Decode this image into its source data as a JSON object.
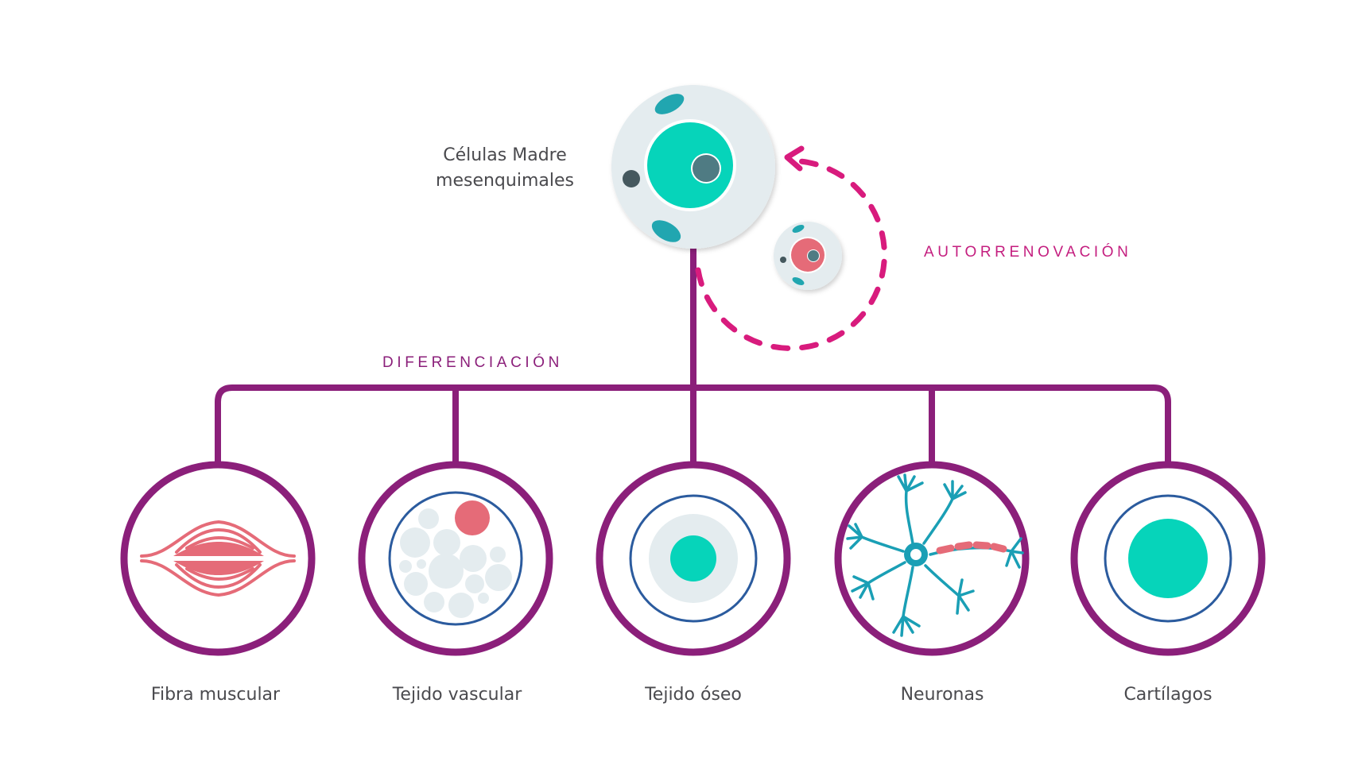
{
  "colors": {
    "tree_line": "#8b1f7a",
    "self_renewal": "#d81b7d",
    "teal": "#06d4ba",
    "teal_dark": "#21a6b0",
    "cell_body": "#e4ecef",
    "nucleolus": "#4f7b83",
    "dark_dot": "#45585e",
    "coral": "#e56b78",
    "ring_blue": "#2b5b9e",
    "neuron": "#1a9fb5",
    "text": "#4a4a4e"
  },
  "stem_cell": {
    "label_line1": "Células Madre",
    "label_line2": "mesenquimales"
  },
  "arrows": {
    "differentiation": "DIFERENCIACIÓN",
    "self_renewal": "AUTORRENOVACIÓN"
  },
  "cell_types": [
    {
      "id": "muscle",
      "label": "Fibra muscular",
      "icon": "muscle-fiber-icon"
    },
    {
      "id": "vascular",
      "label": "Tejido vascular",
      "icon": "vascular-tissue-icon"
    },
    {
      "id": "bone",
      "label": "Tejido óseo",
      "icon": "bone-tissue-icon"
    },
    {
      "id": "neuron",
      "label": "Neuronas",
      "icon": "neuron-icon"
    },
    {
      "id": "cartilage",
      "label": "Cartílagos",
      "icon": "cartilage-icon"
    }
  ]
}
